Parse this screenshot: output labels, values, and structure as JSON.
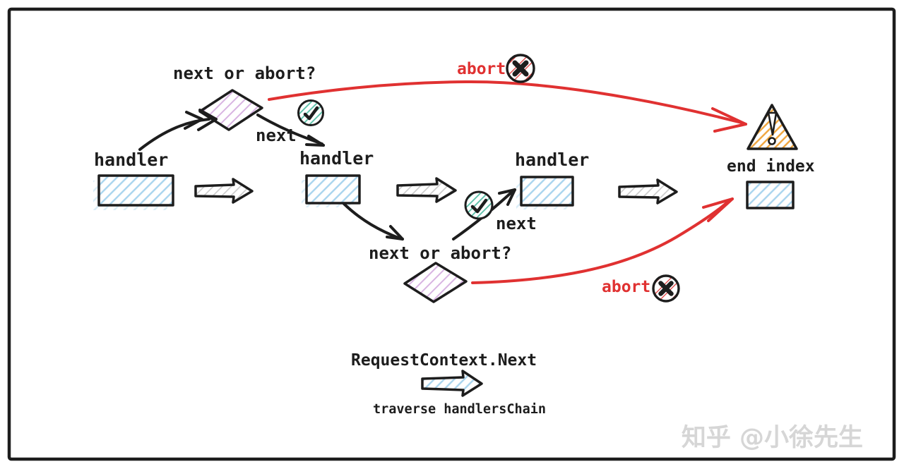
{
  "diagram": {
    "nodes": {
      "handler1": "handler",
      "handler2": "handler",
      "handler3": "handler",
      "end_index": "end index"
    },
    "decisions": {
      "top": "next or abort?",
      "bottom": "next or abort?"
    },
    "edges": {
      "next_top": "next",
      "next_bottom": "next",
      "abort_top": "abort",
      "abort_bottom": "abort"
    },
    "legend": {
      "title": "RequestContext.Next",
      "caption": "traverse handlersChain"
    },
    "watermark": "知乎 @小徐先生",
    "icons": {
      "check": "check-circle",
      "abort": "x-circle",
      "end_warning": "warning-triangle"
    },
    "colors": {
      "ink": "#1d1d1d",
      "red": "#e03131",
      "blue_hatch": "#a8d4ee",
      "purple_hatch": "#d8b4e2",
      "yellow_hatch": "#f0a43a",
      "teal_hatch": "#56bfa7",
      "gray_hatch": "#c8c8c8",
      "red_hatch": "#e03131",
      "watermark_gray": "#d6d6d6",
      "background": "#ffffff"
    }
  }
}
